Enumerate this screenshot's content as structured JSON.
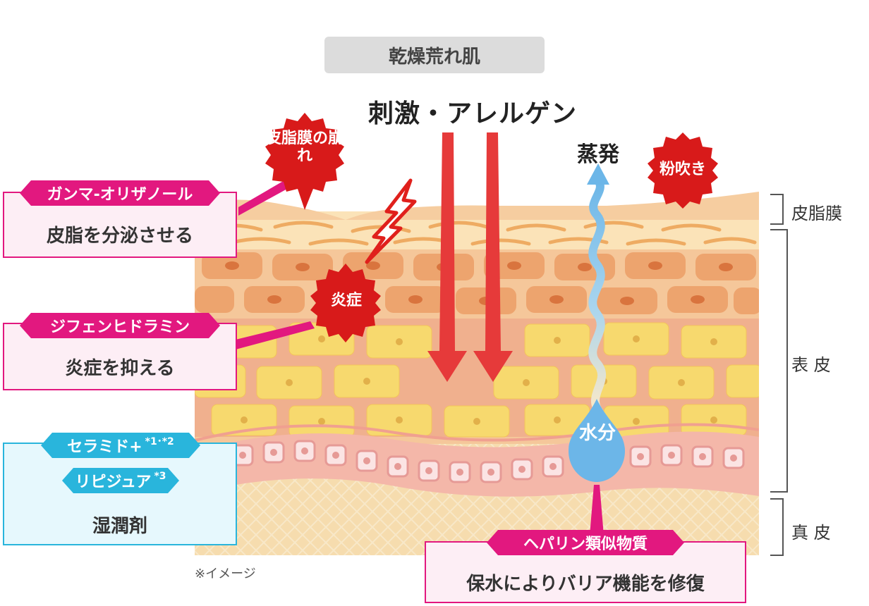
{
  "header_label": "乾燥荒れ肌",
  "stimulus_label": "刺激・アレルゲン",
  "evaporation_label": "蒸発",
  "water_label": "水分",
  "badges": {
    "sebum_breakdown": "皮脂膜の崩れ",
    "powdery": "粉吹き",
    "inflammation": "炎症"
  },
  "layers": {
    "sebum_film": "皮脂膜",
    "epidermis": "表 皮",
    "dermis": "真 皮"
  },
  "ingredients": {
    "gamma": {
      "tag": "ガンマ-オリザノール",
      "desc": "皮脂を分泌させる"
    },
    "diphenhydramine": {
      "tag": "ジフェンヒドラミン",
      "desc": "炎症を抑える"
    },
    "moisturizer": {
      "tag1": "セラミド+",
      "tag1_sup": "*1･*2",
      "tag2": "リピジュア",
      "tag2_sup": "*3",
      "desc": "湿潤剤"
    },
    "heparin": {
      "tag": "ヘパリン類似物質",
      "desc": "保水によりバリア機能を修復"
    }
  },
  "note": "※イメージ",
  "colors": {
    "pink": "#e2187f",
    "blue": "#29b5dc",
    "red_arrow": "#e63a3a",
    "badge_red": "#d81a1a",
    "water_blue": "#6cb6e8"
  }
}
